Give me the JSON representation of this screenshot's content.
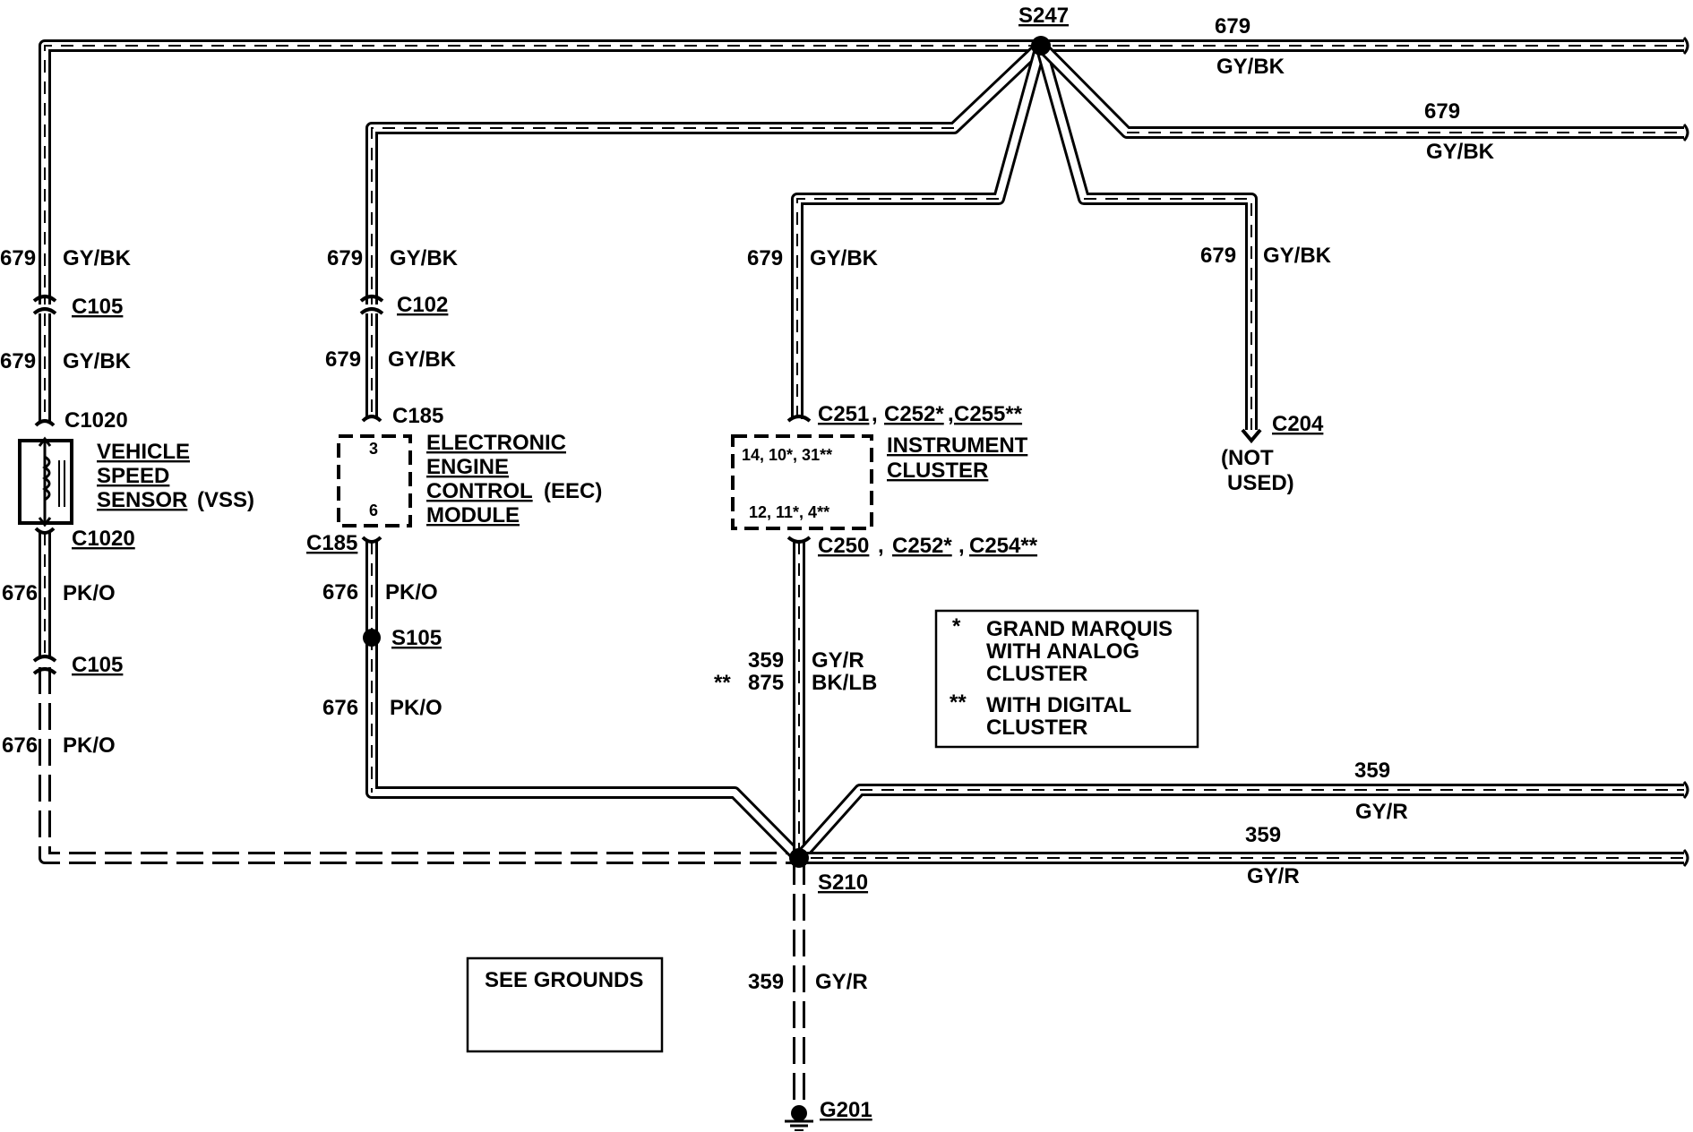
{
  "splices": {
    "s247": "S247",
    "s210": "S210",
    "s105": "S105",
    "g201": "G201"
  },
  "wires": {
    "circuit_679": "679",
    "color_gybk": "GY/BK",
    "circuit_676": "676",
    "color_pko": "PK/O",
    "circuit_359": "359",
    "color_gyr": "GY/R",
    "circuit_875": "875",
    "color_bklb": "BK/LB",
    "double_star": "**"
  },
  "connectors": {
    "c105": "C105",
    "c1020": "C1020",
    "c102": "C102",
    "c185": "C185",
    "c251": "C251",
    "c252_star": "C252*",
    "c255_dstar": "C255**",
    "c250": "C250",
    "c254_dstar": "C254**",
    "c204": "C204",
    "comma": ","
  },
  "components": {
    "vss": [
      "VEHICLE",
      "SPEED",
      "SENSOR",
      "(VSS)"
    ],
    "eec": [
      "ELECTRONIC",
      "ENGINE",
      "CONTROL",
      "(EEC)",
      "MODULE"
    ],
    "eec_pins": [
      "3",
      "6"
    ],
    "cluster": [
      "INSTRUMENT",
      "CLUSTER"
    ],
    "cluster_pins_top": "14, 10*, 31**",
    "cluster_pins_bottom": "12, 11*, 4**",
    "not_used": [
      "(NOT",
      "USED)"
    ]
  },
  "legend": {
    "star": "*",
    "star_text": [
      "GRAND MARQUIS",
      "WITH ANALOG",
      "CLUSTER"
    ],
    "dstar": "**",
    "dstar_text": [
      "WITH DIGITAL",
      "CLUSTER"
    ]
  },
  "see_grounds": "SEE GROUNDS"
}
